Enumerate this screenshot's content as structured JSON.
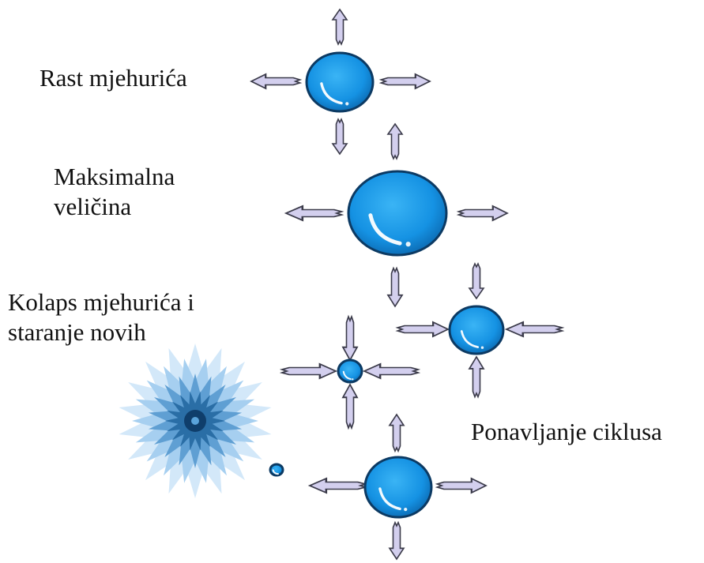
{
  "labels": {
    "growth": "Rast mjehurića",
    "max_size_line1": "Maksimalna",
    "max_size_line2": "veličina",
    "collapse_line1": "Kolaps mjehurića i",
    "collapse_line2": "staranje novih",
    "repeat": "Ponavljanje ciklusa"
  },
  "colors": {
    "arrow_fill": "#d3cfee",
    "arrow_stroke": "#3b3b4a",
    "bubble_fill": "#1592e3",
    "bubble_stroke": "#0c3a63",
    "burst_outer": "#c9e2f6",
    "burst_inner": "#1c5f95"
  }
}
